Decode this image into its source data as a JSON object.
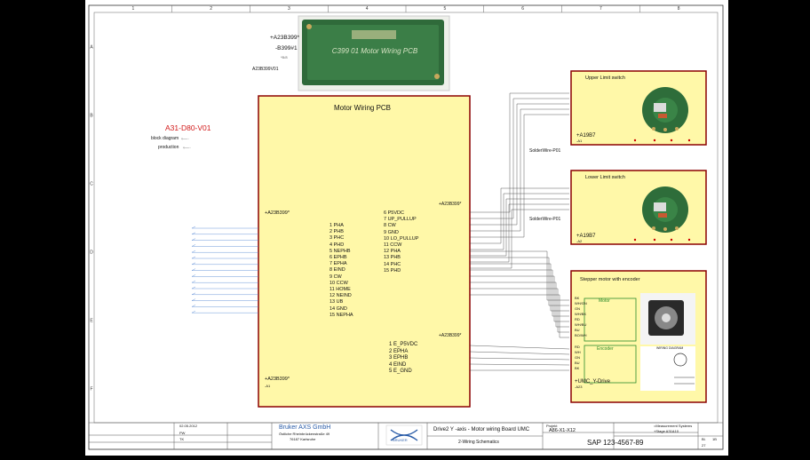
{
  "frame": {
    "columns": [
      "1",
      "2",
      "3",
      "4",
      "5",
      "6",
      "7",
      "8"
    ],
    "rows": [
      "A",
      "B",
      "C",
      "D",
      "E",
      "F"
    ]
  },
  "photo": {
    "label": "C399 01 Motor Wiring PCB",
    "caption": "A23B399V01"
  },
  "top_labels": {
    "ref1": "+A23B399*",
    "ref2": "-B399#1",
    "ref3": "*B/8"
  },
  "left_panel": {
    "doc_id": "A31-D80-V01",
    "links": [
      {
        "label": "block diagram"
      },
      {
        "label": "production"
      }
    ]
  },
  "pcb": {
    "title": "Motor Wiring PCB",
    "ref_left": "+A23B399*",
    "ref_right_top": "+A23B399*",
    "ref_right_bottom": "+A23B399*",
    "ref_bottom": "+A23B399*",
    "ref_bottom_sub": "-A1",
    "left_pins": [
      "1 PHA",
      "2 PHB",
      "3 PHC",
      "4 PHD",
      "5 NEPHB",
      "6 EPHB",
      "7 EPHA",
      "8 EIND",
      "9 CW",
      "10 CCW",
      "11 HOME",
      "12 NEIND",
      "13 UB",
      "14 GND",
      "15 NEPHA"
    ],
    "right_pins": [
      "6 P5VDC",
      "7 UP_PULLUP",
      "8 CW",
      "9 GND",
      "10 LO_PULLUP",
      "11 CCW",
      "12 PHA",
      "13 PHB",
      "14 PHC",
      "15 PHD"
    ],
    "enc_pins": [
      "1 E_P5VDC",
      "2 EPHA",
      "3 EPHB",
      "4 EIND",
      "5 E_GND"
    ]
  },
  "upper_switch": {
    "title": "Upper Limit switch",
    "ref": "+A19B7",
    "sub": "-A1",
    "wire": "SolderWire-P01"
  },
  "lower_switch": {
    "title": "Lower Limit switch",
    "ref": "+A19B7",
    "sub": "-A2",
    "wire": "SolderWire-P01"
  },
  "stepper": {
    "title": "Stepper motor with encoder",
    "motor_label": "Motor",
    "encoder_label": "Encoder",
    "motor_wires": [
      "BK",
      "WH/GN",
      "GN",
      "WH/BK",
      "RD",
      "WH/BU",
      "BU",
      "BO/WH"
    ],
    "encoder_wires": [
      "RD",
      "WH",
      "GN",
      "BU",
      "BK"
    ],
    "ref": "+UMC_Y-Drive",
    "sub": "-A23",
    "wiring_label": "WIRING DIAGRAM"
  },
  "titleblock": {
    "company": "Bruker AXS GmbH",
    "address1": "Östliche Rheinbrückenstraße 49",
    "address2": "76187 Karlsruhe",
    "brand": "BRUKER",
    "title": "Drive2 Y -axis - Motor wiring Board UMC",
    "subtitle": "2-Wiring Schematics",
    "project_label": "Projekt",
    "project": "A86-X1-X12",
    "sap": "SAP 123-4567-89",
    "right1": "=Measurement Systems",
    "right2": "+Stage A31A10",
    "date": "02.05.2012",
    "name1": "PW",
    "name2": "TK",
    "sheet_label": "Blatt",
    "sheet": "27",
    "sheets_label": "Bl.",
    "sheets": "1B"
  },
  "colors": {
    "pcb_fill": "#fff8a8",
    "box_border": "#8b0000",
    "link_blue": "#4a7fd0",
    "doc_red": "#d21a1a"
  }
}
